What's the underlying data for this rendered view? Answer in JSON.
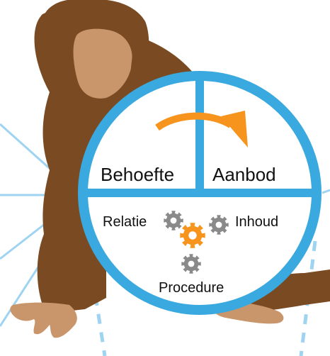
{
  "labels": {
    "top_left": "Behoefte",
    "top_right": "Aanbod",
    "bottom_left": "Relatie",
    "bottom_right": "Inhoud",
    "bottom_center": "Procedure"
  },
  "colors": {
    "ring_blue": "#3aa9e0",
    "ray_blue": "#9fd3f2",
    "arrow_orange": "#f7941d",
    "gear_gray": "#8a8a8a",
    "gear_orange": "#f7941d",
    "monkey_brown": "#7a4a22",
    "monkey_face": "#c9956a",
    "text": "#111111"
  },
  "icons": [
    "monkey-illustration",
    "curved-arrow-icon",
    "gear-icon"
  ]
}
